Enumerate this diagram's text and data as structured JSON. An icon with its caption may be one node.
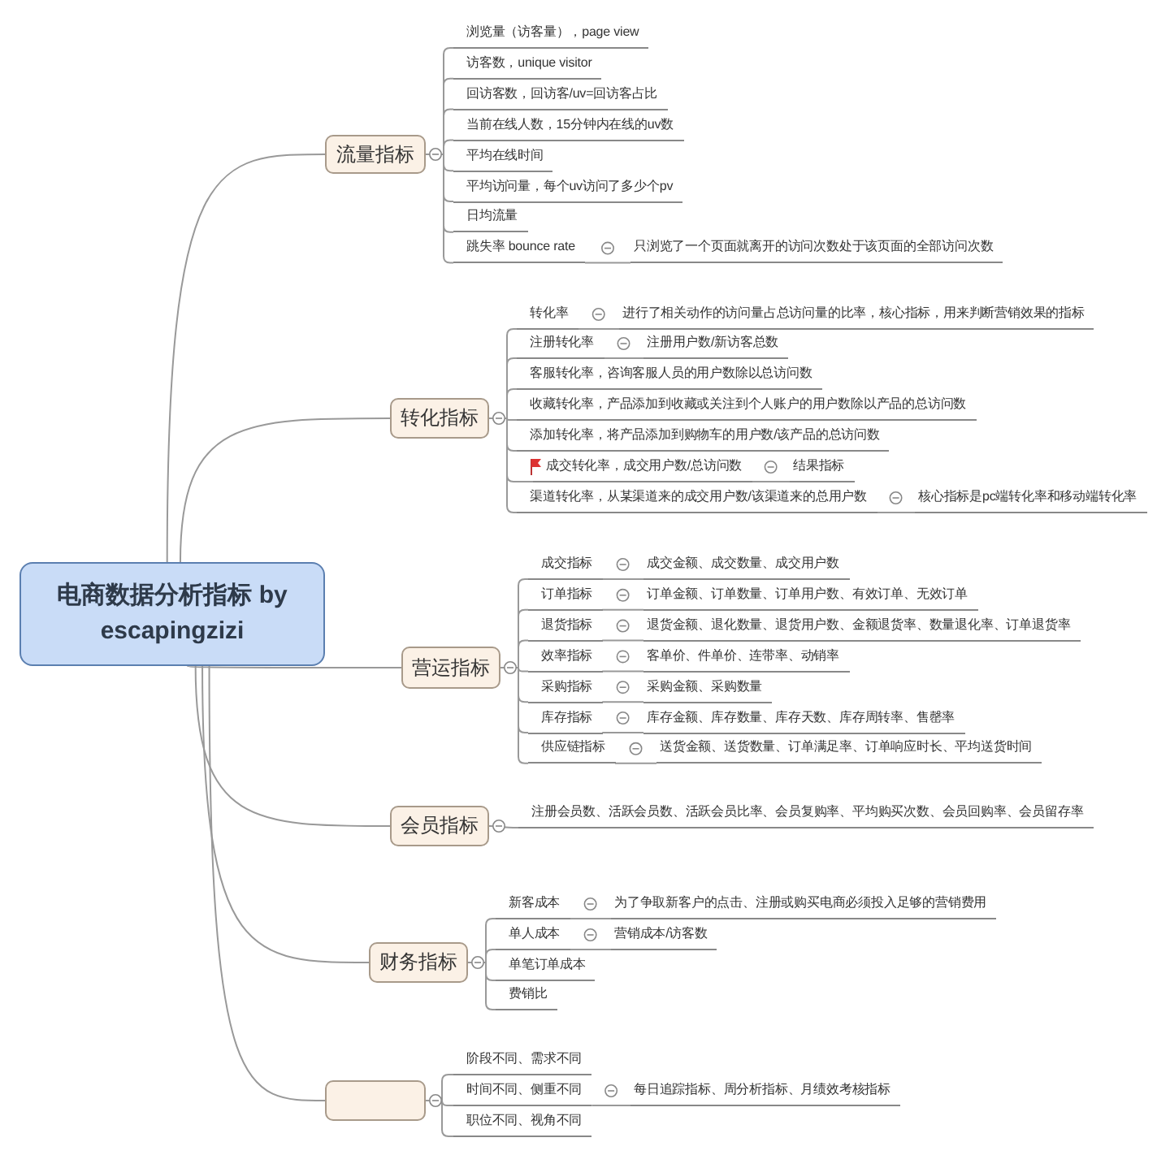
{
  "diagram": {
    "nodes": [
      {
        "text": [
          "电商数据分析指标 by escapingzizi"
        ]
      },
      {
        "text": [
          "流量指标"
        ]
      },
      {
        "text": [
          "浏览量（访客量），page view"
        ]
      },
      {
        "text": [
          "访客数，unique visitor"
        ]
      },
      {
        "text": [
          "回访客数，回访客/uv=回访客占比"
        ]
      },
      {
        "text": [
          "当前在线人数，15分钟内在线的uv数"
        ]
      },
      {
        "text": [
          "平均在线时间"
        ]
      },
      {
        "text": [
          "平均访问量，每个uv访问了多少个pv"
        ]
      },
      {
        "text": [
          "日均流量"
        ]
      },
      {
        "text": [
          "跳失率 bounce rate"
        ]
      },
      {
        "text": [
          "只浏览了一个页面就离开的访问次数处于该页面的全部访问次数"
        ]
      },
      {
        "text": [
          "转化指标"
        ]
      },
      {
        "text": [
          "转化率"
        ]
      },
      {
        "text": [
          "进行了相关动作的访问量占总访问量的比率，核心指标，用来判断营销效果的指标"
        ]
      },
      {
        "text": [
          "注册转化率"
        ]
      },
      {
        "text": [
          "注册用户数/新访客总数"
        ]
      },
      {
        "text": [
          "客服转化率，咨询客服人员的用户数除以总访问数"
        ]
      },
      {
        "text": [
          "收藏转化率，产品添加到收藏或关注到个人账户的用户数除以产品的总访问数"
        ]
      },
      {
        "text": [
          "添加转化率，将产品添加到购物车的用户数/该产品的总访问数"
        ]
      },
      {
        "text": [
          "成交转化率，成交用户数/总访问数"
        ]
      },
      {
        "text": [
          "结果指标"
        ]
      },
      {
        "text": [
          "渠道转化率，从某渠道来的成交用户数/该渠道来的总用户数"
        ]
      },
      {
        "text": [
          "核心指标是pc端转化率和移动端转化率"
        ]
      },
      {
        "text": [
          "营运指标"
        ]
      },
      {
        "text": [
          "成交指标"
        ]
      },
      {
        "text": [
          "成交金额、成交数量、成交用户数"
        ]
      },
      {
        "text": [
          "订单指标"
        ]
      },
      {
        "text": [
          "订单金额、订单数量、订单用户数、有效订单、无效订单"
        ]
      },
      {
        "text": [
          "退货指标"
        ]
      },
      {
        "text": [
          "退货金额、退化数量、退货用户数、金额退货率、数量退化率、订单退货率"
        ]
      },
      {
        "text": [
          "效率指标"
        ]
      },
      {
        "text": [
          "客单价、件单价、连带率、动销率"
        ]
      },
      {
        "text": [
          "采购指标"
        ]
      },
      {
        "text": [
          "采购金额、采购数量"
        ]
      },
      {
        "text": [
          "库存指标"
        ]
      },
      {
        "text": [
          "库存金额、库存数量、库存天数、库存周转率、售罄率"
        ]
      },
      {
        "text": [
          "供应链指标"
        ]
      },
      {
        "text": [
          "送货金额、送货数量、订单满足率、订单响应时长、平均送货时间"
        ]
      },
      {
        "text": [
          "会员指标"
        ]
      },
      {
        "text": [
          "注册会员数、活跃会员数、活跃会员比率、会员复购率、平均购买次数、会员回购率、会员留存率"
        ]
      },
      {
        "text": [
          "财务指标"
        ]
      },
      {
        "text": [
          "新客成本"
        ]
      },
      {
        "text": [
          "为了争取新客户的点击、注册或购买电商必须投入足够的营销费用"
        ]
      },
      {
        "text": [
          "单人成本"
        ]
      },
      {
        "text": [
          "营销成本/访客数"
        ]
      },
      {
        "text": [
          "单笔订单成本"
        ]
      },
      {
        "text": [
          "费销比"
        ]
      },
      {
        "text": [],
        "shape": "box"
      },
      {
        "text": [
          "阶段不同、需求不同"
        ]
      },
      {
        "text": [
          "时间不同、侧重不同"
        ]
      },
      {
        "text": [
          "每日追踪指标、周分析指标、月绩效考核指标"
        ]
      },
      {
        "text": [
          "职位不同、视角不同"
        ]
      }
    ],
    "edges": [
      {
        "from": 0,
        "to": 1,
        "arrow": "none"
      },
      {
        "from": 1,
        "to": 2,
        "arrow": "none"
      },
      {
        "from": 1,
        "to": 3,
        "arrow": "none"
      },
      {
        "from": 1,
        "to": 4,
        "arrow": "none"
      },
      {
        "from": 1,
        "to": 5,
        "arrow": "none"
      },
      {
        "from": 1,
        "to": 6,
        "arrow": "none"
      },
      {
        "from": 1,
        "to": 7,
        "arrow": "none"
      },
      {
        "from": 1,
        "to": 8,
        "arrow": "none"
      },
      {
        "from": 1,
        "to": 9,
        "arrow": "none"
      },
      {
        "from": 9,
        "to": 10,
        "arrow": "none"
      },
      {
        "from": 0,
        "to": 11,
        "arrow": "none"
      },
      {
        "from": 11,
        "to": 12,
        "arrow": "none"
      },
      {
        "from": 12,
        "to": 13,
        "arrow": "none"
      },
      {
        "from": 11,
        "to": 14,
        "arrow": "none"
      },
      {
        "from": 14,
        "to": 15,
        "arrow": "none"
      },
      {
        "from": 11,
        "to": 16,
        "arrow": "none"
      },
      {
        "from": 11,
        "to": 17,
        "arrow": "none"
      },
      {
        "from": 11,
        "to": 18,
        "arrow": "none"
      },
      {
        "from": 11,
        "to": 19,
        "arrow": "none"
      },
      {
        "from": 19,
        "to": 20,
        "arrow": "none"
      },
      {
        "from": 11,
        "to": 21,
        "arrow": "none"
      },
      {
        "from": 21,
        "to": 22,
        "arrow": "none"
      },
      {
        "from": 0,
        "to": 23,
        "arrow": "none"
      },
      {
        "from": 23,
        "to": 24,
        "arrow": "none"
      },
      {
        "from": 24,
        "to": 25,
        "arrow": "none"
      },
      {
        "from": 23,
        "to": 26,
        "arrow": "none"
      },
      {
        "from": 26,
        "to": 27,
        "arrow": "none"
      },
      {
        "from": 23,
        "to": 28,
        "arrow": "none"
      },
      {
        "from": 28,
        "to": 29,
        "arrow": "none"
      },
      {
        "from": 23,
        "to": 30,
        "arrow": "none"
      },
      {
        "from": 30,
        "to": 31,
        "arrow": "none"
      },
      {
        "from": 23,
        "to": 32,
        "arrow": "none"
      },
      {
        "from": 32,
        "to": 33,
        "arrow": "none"
      },
      {
        "from": 23,
        "to": 34,
        "arrow": "none"
      },
      {
        "from": 34,
        "to": 35,
        "arrow": "none"
      },
      {
        "from": 23,
        "to": 36,
        "arrow": "none"
      },
      {
        "from": 36,
        "to": 37,
        "arrow": "none"
      },
      {
        "from": 0,
        "to": 38,
        "arrow": "none"
      },
      {
        "from": 38,
        "to": 39,
        "arrow": "none"
      },
      {
        "from": 0,
        "to": 40,
        "arrow": "none"
      },
      {
        "from": 40,
        "to": 41,
        "arrow": "none"
      },
      {
        "from": 41,
        "to": 42,
        "arrow": "none"
      },
      {
        "from": 40,
        "to": 43,
        "arrow": "none"
      },
      {
        "from": 43,
        "to": 44,
        "arrow": "none"
      },
      {
        "from": 40,
        "to": 45,
        "arrow": "none"
      },
      {
        "from": 40,
        "to": 46,
        "arrow": "none"
      },
      {
        "from": 0,
        "to": 47,
        "arrow": "none"
      },
      {
        "from": 47,
        "to": 48,
        "arrow": "none"
      },
      {
        "from": 47,
        "to": 49,
        "arrow": "none"
      },
      {
        "from": 49,
        "to": 50,
        "arrow": "none"
      },
      {
        "from": 47,
        "to": 51,
        "arrow": "none"
      }
    ]
  }
}
